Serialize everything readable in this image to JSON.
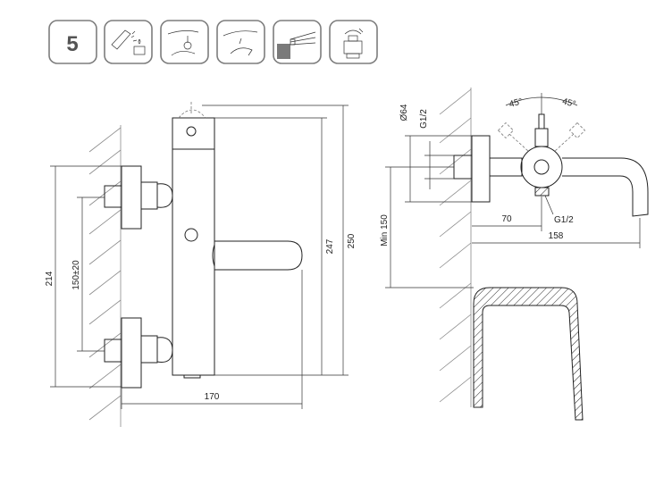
{
  "badge": {
    "number": "5"
  },
  "icons": [
    {
      "name": "cleaning-spray-icon"
    },
    {
      "name": "lever-press-icon"
    },
    {
      "name": "lever-touch-icon"
    },
    {
      "name": "lever-handle-icon"
    },
    {
      "name": "diverter-knob-icon"
    }
  ],
  "front_view": {
    "dim_height_total": "250",
    "dim_height_body": "247",
    "dim_inlet_span": "214",
    "dim_inlet_spacing": "150±20",
    "dim_width": "170"
  },
  "side_view": {
    "dim_diameter": "Ø64",
    "dim_thread_top": "G1/2",
    "dim_angle_left": "45°",
    "dim_angle_right": "45°",
    "dim_min_height": "Min 150",
    "dim_spout_offset": "70",
    "dim_thread_bottom": "G1/2",
    "dim_spout_length": "158"
  },
  "colors": {
    "line": "#222222",
    "icon_border": "#7d7d7d"
  }
}
